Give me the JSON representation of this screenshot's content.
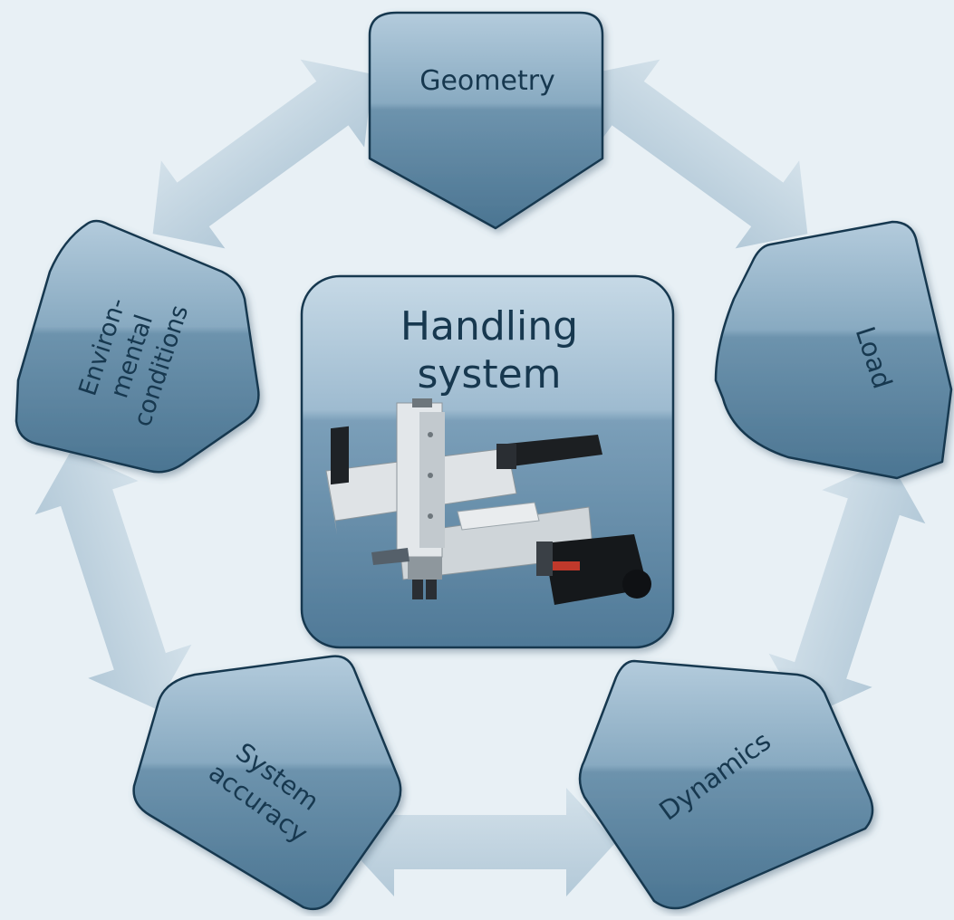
{
  "center": {
    "title_line1": "Handling",
    "title_line2": "system"
  },
  "nodes": {
    "geometry": "Geometry",
    "load": "Load",
    "dynamics": "Dynamics",
    "system_accuracy_line1": "System",
    "system_accuracy_line2": "accuracy",
    "environmental_line1": "Environ-",
    "environmental_line2": "mental",
    "environmental_line3": "conditions"
  },
  "colors": {
    "background": "#e8f0f5",
    "node_fill": "#4f7a97",
    "node_outline": "#17384f",
    "arrow_fill": "#c3d5e2",
    "text": "#17384f"
  }
}
